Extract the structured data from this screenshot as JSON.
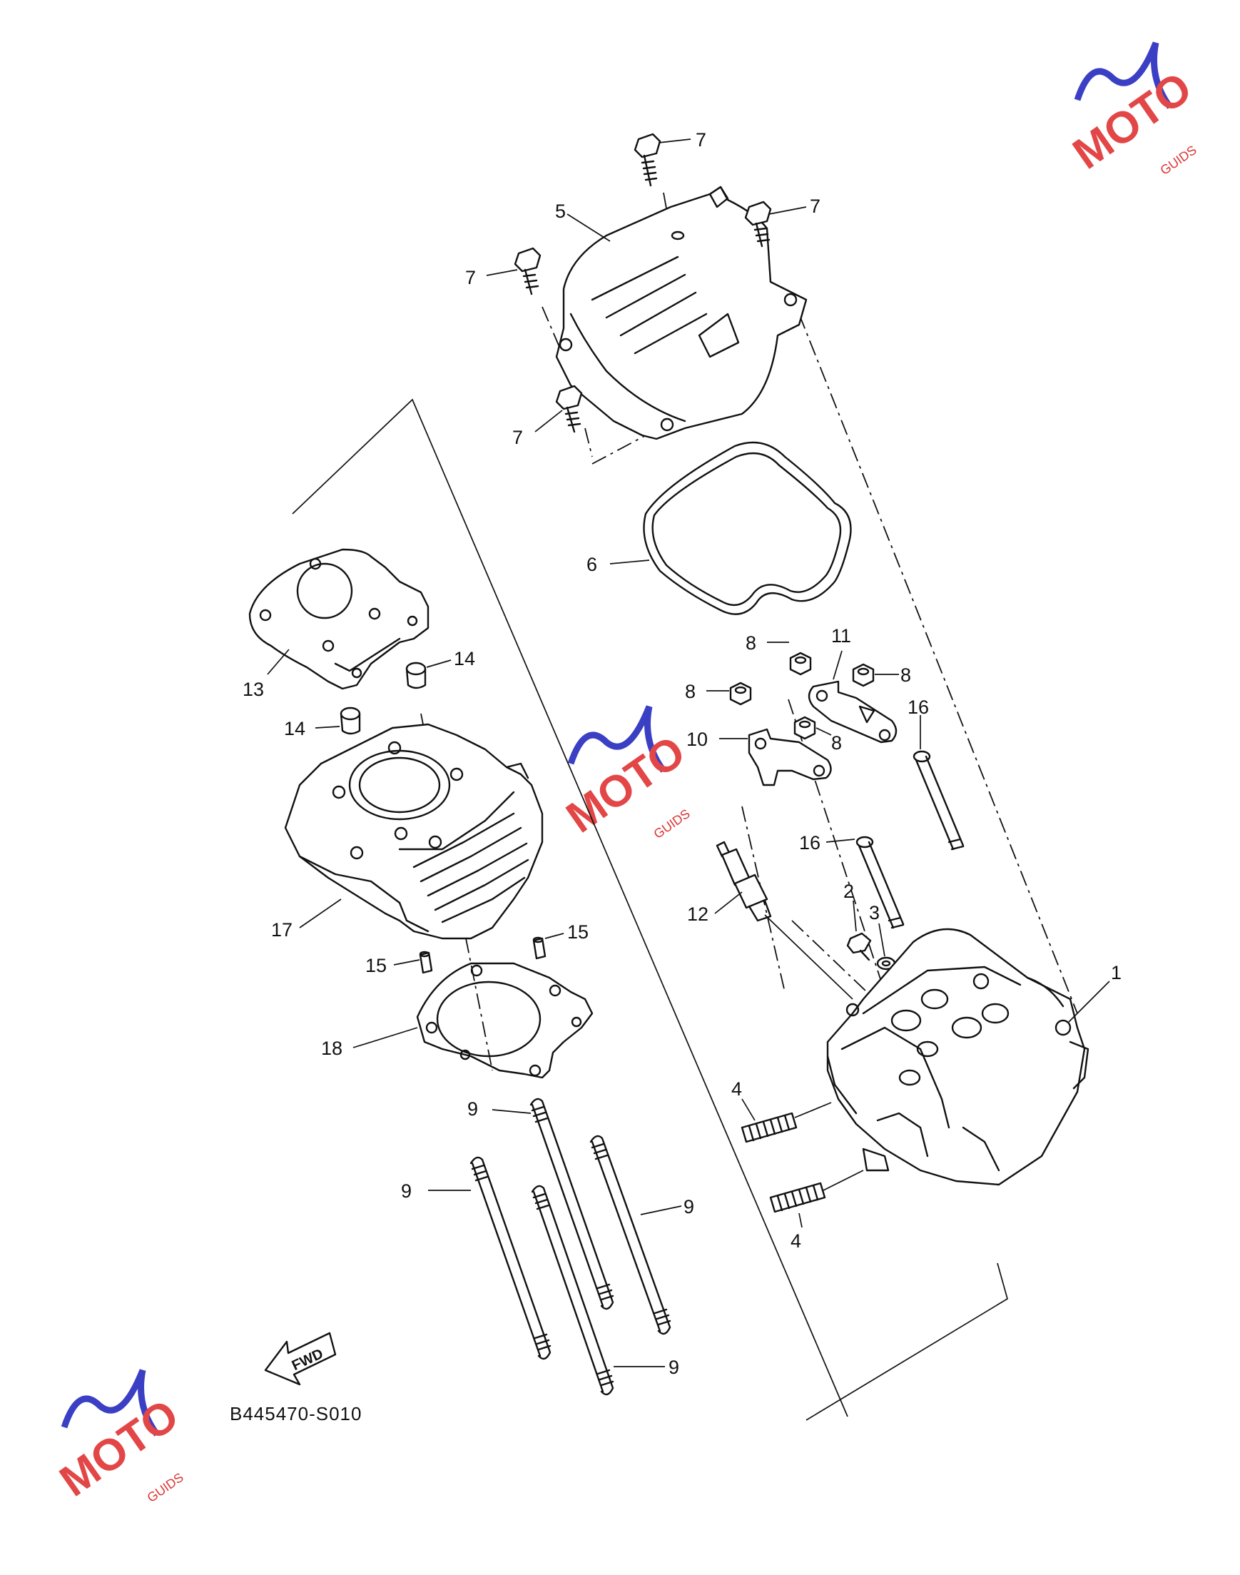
{
  "diagram": {
    "drawing_code": "B445470-S010",
    "forward_label": "FWD",
    "watermark": {
      "brand": "MOTO",
      "sub": "GUIDS",
      "accent_color": "#3a3fc4",
      "text_color": "#e24646"
    },
    "callouts": [
      {
        "id": "c1",
        "label": "1"
      },
      {
        "id": "c2",
        "label": "2"
      },
      {
        "id": "c3",
        "label": "3"
      },
      {
        "id": "c4a",
        "label": "4"
      },
      {
        "id": "c4b",
        "label": "4"
      },
      {
        "id": "c5",
        "label": "5"
      },
      {
        "id": "c6",
        "label": "6"
      },
      {
        "id": "c7a",
        "label": "7"
      },
      {
        "id": "c7b",
        "label": "7"
      },
      {
        "id": "c7c",
        "label": "7"
      },
      {
        "id": "c7d",
        "label": "7"
      },
      {
        "id": "c8a",
        "label": "8"
      },
      {
        "id": "c8b",
        "label": "8"
      },
      {
        "id": "c8c",
        "label": "8"
      },
      {
        "id": "c8d",
        "label": "8"
      },
      {
        "id": "c9a",
        "label": "9"
      },
      {
        "id": "c9b",
        "label": "9"
      },
      {
        "id": "c9c",
        "label": "9"
      },
      {
        "id": "c9d",
        "label": "9"
      },
      {
        "id": "c10",
        "label": "10"
      },
      {
        "id": "c11",
        "label": "11"
      },
      {
        "id": "c12",
        "label": "12"
      },
      {
        "id": "c13",
        "label": "13"
      },
      {
        "id": "c14a",
        "label": "14"
      },
      {
        "id": "c14b",
        "label": "14"
      },
      {
        "id": "c15a",
        "label": "15"
      },
      {
        "id": "c15b",
        "label": "15"
      },
      {
        "id": "c16a",
        "label": "16"
      },
      {
        "id": "c16b",
        "label": "16"
      },
      {
        "id": "c17",
        "label": "17"
      },
      {
        "id": "c18",
        "label": "18"
      }
    ]
  }
}
